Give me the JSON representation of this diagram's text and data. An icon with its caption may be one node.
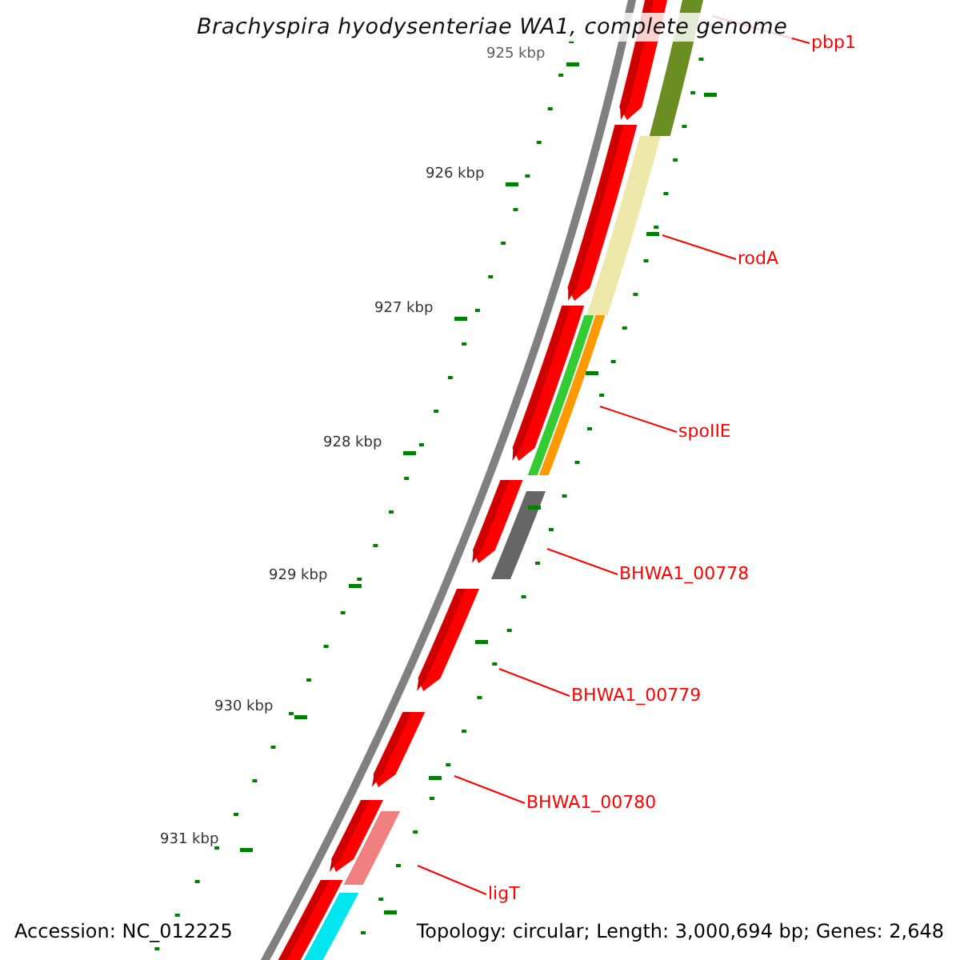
{
  "diagram": {
    "title": "Brachyspira hyodysenteriae WA1, complete genome",
    "nodes": [
      {
        "text": [
          "pbp1"
        ]
      },
      {
        "text": [
          "rodA"
        ]
      },
      {
        "text": [
          "spoIIE"
        ]
      },
      {
        "text": [
          "BHWA1_00778"
        ]
      },
      {
        "text": [
          "BHWA1_00779"
        ]
      },
      {
        "text": [
          "BHWA1_00780"
        ]
      },
      {
        "text": [
          "ligT"
        ]
      }
    ],
    "edges": [
      {
        "from": 0,
        "to": null,
        "arrow": "none"
      },
      {
        "from": 1,
        "to": null,
        "arrow": "none"
      },
      {
        "from": 2,
        "to": null,
        "arrow": "none"
      },
      {
        "from": 3,
        "to": null,
        "arrow": "none"
      },
      {
        "from": 4,
        "to": null,
        "arrow": "none"
      },
      {
        "from": 5,
        "to": null,
        "arrow": "none"
      },
      {
        "from": 6,
        "to": null,
        "arrow": "none"
      }
    ],
    "labels": [
      "925 kbp",
      "926 kbp",
      "927 kbp",
      "928 kbp",
      "929 kbp",
      "930 kbp",
      "931 kbp",
      "Accession: NC_012225",
      "Topology: circular; Length: 3,000,694 bp; Genes: 2,648"
    ]
  }
}
